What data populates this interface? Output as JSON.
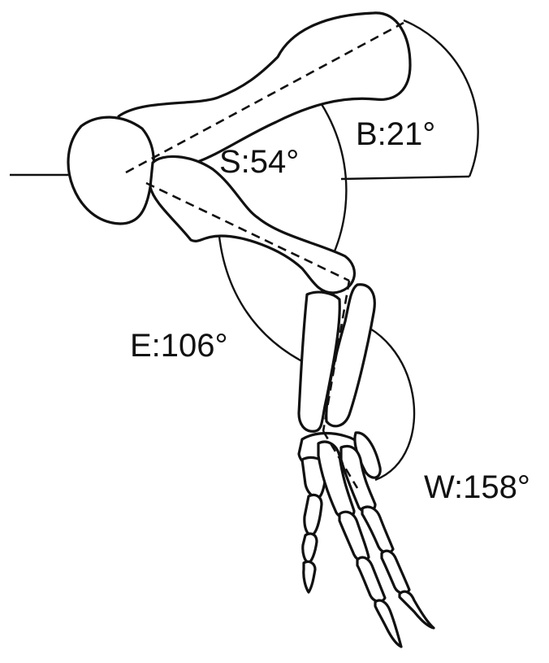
{
  "angles": {
    "body": {
      "label": "B:21°"
    },
    "shoulder": {
      "label": "S:54°"
    },
    "elbow": {
      "label": "E:106°"
    },
    "wrist": {
      "label": "W:158°"
    }
  },
  "colors": {
    "ink": "#111111",
    "background": "#ffffff"
  }
}
